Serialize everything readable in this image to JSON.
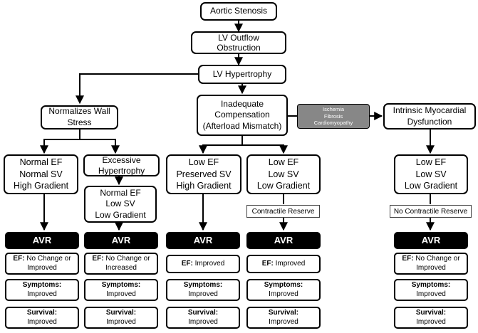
{
  "nodes": {
    "aortic_stenosis": "Aortic Stenosis",
    "lv_outflow_1": "LV Outflow",
    "lv_outflow_2": "Obstruction",
    "lv_hypertrophy": "LV Hypertrophy",
    "normalizes_1": "Normalizes Wall",
    "normalizes_2": "Stress",
    "inadequate_1": "Inadequate",
    "inadequate_2": "Compensation",
    "inadequate_3": "(Afterload Mismatch)",
    "ischemia_1": "Ischemia",
    "ischemia_2": "Fibrosis",
    "ischemia_3": "Cardiomyopathy",
    "intrinsic_1": "Intrinsic Myocardial",
    "intrinsic_2": "Dysfunction",
    "excessive_1": "Excessive",
    "excessive_2": "Hypertrophy",
    "pattern_a": [
      "Normal EF",
      "Normal SV",
      "High Gradient"
    ],
    "pattern_b": [
      "Normal EF",
      "Low SV",
      "Low Gradient"
    ],
    "pattern_c": [
      "Low EF",
      "Preserved SV",
      "High Gradient"
    ],
    "pattern_d": [
      "Low EF",
      "Low SV",
      "Low Gradient"
    ],
    "pattern_e": [
      "Low EF",
      "Low SV",
      "Low Gradient"
    ],
    "contractile_reserve": "Contractile Reserve",
    "no_contractile_reserve": "No Contractile Reserve"
  },
  "avr_label": "AVR",
  "outcomes": {
    "ef_label": "EF:",
    "symptoms_label": "Symptoms:",
    "survival_label": "Survival:",
    "col1": {
      "ef_1": "No Change or",
      "ef_2": "Improved",
      "symptoms": "Improved",
      "survival": "Improved"
    },
    "col2": {
      "ef_1": "No Change or",
      "ef_2": "Increased",
      "symptoms": "Improved",
      "survival": "Improved"
    },
    "col3": {
      "ef": "Improved",
      "symptoms": "Improved",
      "survival": "Improved"
    },
    "col4": {
      "ef": "Improved",
      "symptoms": "Improved",
      "survival": "Improved"
    },
    "col5": {
      "ef_1": "No Change or",
      "ef_2": "Improved",
      "symptoms": "Improved",
      "survival": "Improved"
    }
  }
}
